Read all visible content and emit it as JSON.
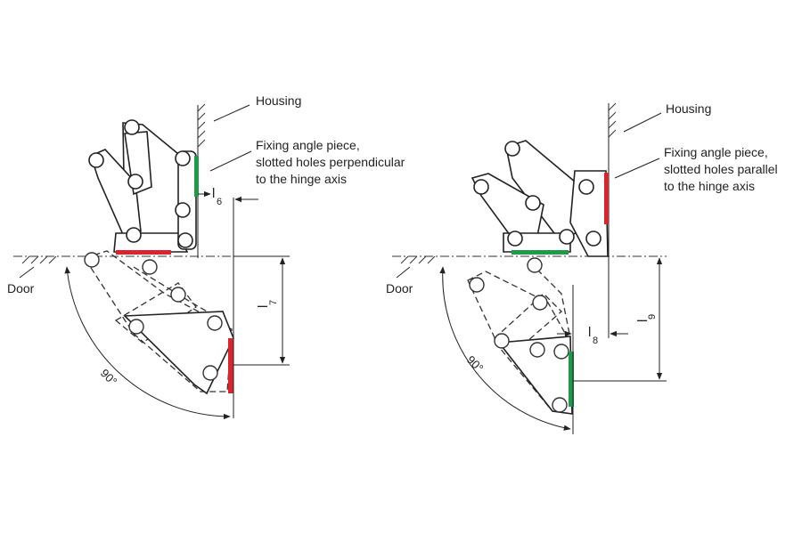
{
  "left_figure": {
    "housing_label": "Housing",
    "fixing_label_line1": "Fixing angle piece,",
    "fixing_label_line2": "slotted holes perpendicular",
    "fixing_label_line3": "to the hinge axis",
    "door_label": "Door",
    "angle_label": "90°",
    "dim_a_main": "l",
    "dim_a_sub": "6",
    "dim_b_main": "l",
    "dim_b_sub": "7"
  },
  "right_figure": {
    "housing_label": "Housing",
    "fixing_label_line1": "Fixing angle piece,",
    "fixing_label_line2": "slotted holes parallel",
    "fixing_label_line3": "to the hinge axis",
    "door_label": "Door",
    "angle_label": "90°",
    "dim_a_main": "l",
    "dim_a_sub": "8",
    "dim_b_main": "l",
    "dim_b_sub": "9"
  },
  "colors": {
    "red_plate": "#d9252b",
    "green_plate": "#1f9a48",
    "line": "#222222"
  }
}
